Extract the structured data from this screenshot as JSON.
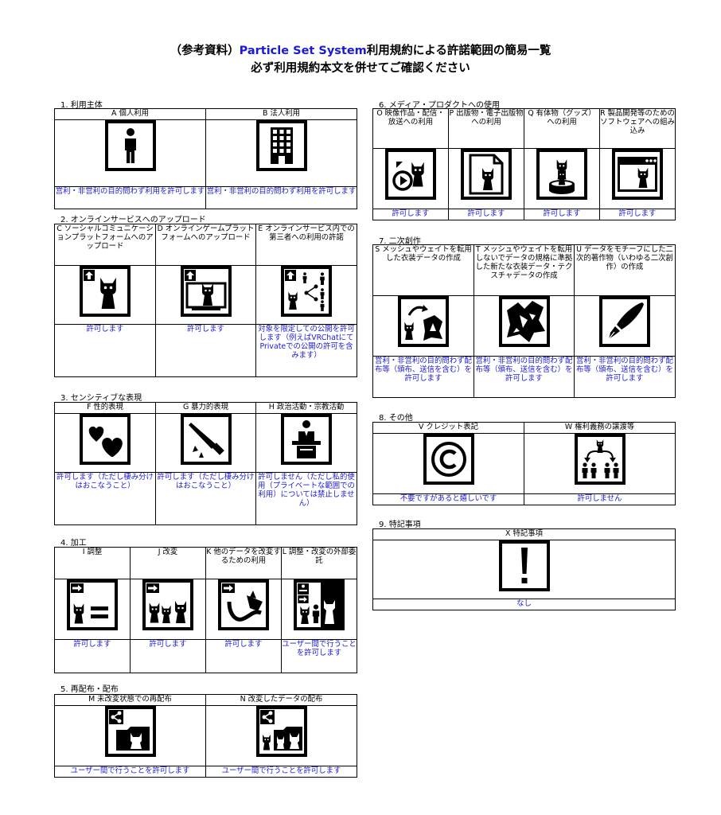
{
  "title": {
    "prefix": "（参考資料）",
    "highlight": "Particle Set System",
    "suffix": "利用規約による許諾範囲の簡易一覧",
    "subtitle": "必ず利用規約本文を併せてご確認ください"
  },
  "sections": {
    "s1": {
      "title": "1. 利用主体",
      "items": [
        {
          "label": "A 個人利用",
          "icon": "person-icon",
          "permission": "営利・非営利の目的問わず利用を許可します"
        },
        {
          "label": "B 法人利用",
          "icon": "building-icon",
          "permission": "営利・非営利の目的問わず利用を許可します"
        }
      ]
    },
    "s2": {
      "title": "2. オンラインサービスへのアップロード",
      "items": [
        {
          "label": "C ソーシャルコミュニケーションプラットフォームへのアップロード",
          "icon": "upload-cat-icon",
          "permission": "許可します"
        },
        {
          "label": "D オンラインゲームプラットフォームへのアップロード",
          "icon": "upload-monitor-icon",
          "permission": "許可します"
        },
        {
          "label": "E オンラインサービス内での第三者への利用の許諾",
          "icon": "share-people-icon",
          "permission": "対象を限定しての公開を許可します（例えばVRChatにてPrivateでの公開の許可を含みます）"
        }
      ]
    },
    "s3": {
      "title": "3. センシティブな表現",
      "items": [
        {
          "label": "F 性的表現",
          "icon": "hearts-icon",
          "permission": "許可します（ただし棲み分けはおこなうこと）"
        },
        {
          "label": "G 暴力的表現",
          "icon": "knife-icon",
          "permission": "許可します（ただし棲み分けはおこなうこと）"
        },
        {
          "label": "H 政治活動・宗教活動",
          "icon": "podium-icon",
          "permission": "許可しません（ただし私的使用（プライベートな範囲での利用）については禁止しません）"
        }
      ]
    },
    "s4": {
      "title": "4. 加工",
      "items": [
        {
          "label": "I 調整",
          "icon": "adjust-icon",
          "permission": "許可します"
        },
        {
          "label": "J 改変",
          "icon": "modify-icon",
          "permission": "許可します"
        },
        {
          "label": "K 他のデータを改変するための利用",
          "icon": "transform-icon",
          "permission": "許可します"
        },
        {
          "label": "L 調整・改変の外部委託",
          "icon": "outsource-icon",
          "permission": "ユーザー間で行うことを許可します"
        }
      ]
    },
    "s5": {
      "title": "5. 再配布・配布",
      "items": [
        {
          "label": "M 未改変状態での再配布",
          "icon": "share-folder-icon",
          "permission": "ユーザー間で行うことを許可します"
        },
        {
          "label": "N 改変したデータの配布",
          "icon": "share-folder-mod-icon",
          "permission": "ユーザー間で行うことを許可します"
        }
      ]
    },
    "s6": {
      "title": "6. メディア・プロダクトへの使用",
      "items": [
        {
          "label": "O 映像作品・配信・放送への利用",
          "icon": "video-icon",
          "permission": "許可します"
        },
        {
          "label": "P 出版物・電子出版物への利用",
          "icon": "document-icon",
          "permission": "許可します"
        },
        {
          "label": "Q 有体物（グッズ）への利用",
          "icon": "figure-icon",
          "permission": "許可します"
        },
        {
          "label": "R 製品開発等のためのソフトウェアへの組み込み",
          "icon": "software-icon",
          "permission": "許可します"
        }
      ]
    },
    "s7": {
      "title": "7. 二次創作",
      "items": [
        {
          "label": "S メッシュやウェイトを転用した衣装データの作成",
          "icon": "cloth-convert-icon",
          "permission": "営利・非営利の目的問わず配布等（頒布、送信を含む）を許可します"
        },
        {
          "label": "T メッシュやウェイトを転用しないでデータの規格に準拠した新たな衣装データ・テクスチャデータの作成",
          "icon": "cloth-icon",
          "permission": "営利・非営利の目的問わず配布等（頒布、送信を含む）を許可します"
        },
        {
          "label": "U データをモチーフにした二次的著作物（いわゆる二次創作）の作成",
          "icon": "pen-icon",
          "permission": "営利・非営利の目的問わず配布等（頒布、送信を含む）を許可します"
        }
      ]
    },
    "s8": {
      "title": "8. その他",
      "items": [
        {
          "label": "V クレジット表記",
          "icon": "copyright-icon",
          "permission": "不要ですがあると嬉しいです"
        },
        {
          "label": "W 権利義務の譲渡等",
          "icon": "transfer-icon",
          "permission": "許可しません"
        }
      ]
    },
    "s9": {
      "title": "9. 特記事項",
      "items": [
        {
          "label": "X 特記事項",
          "icon": "exclamation-icon",
          "permission": "なし"
        }
      ]
    }
  }
}
